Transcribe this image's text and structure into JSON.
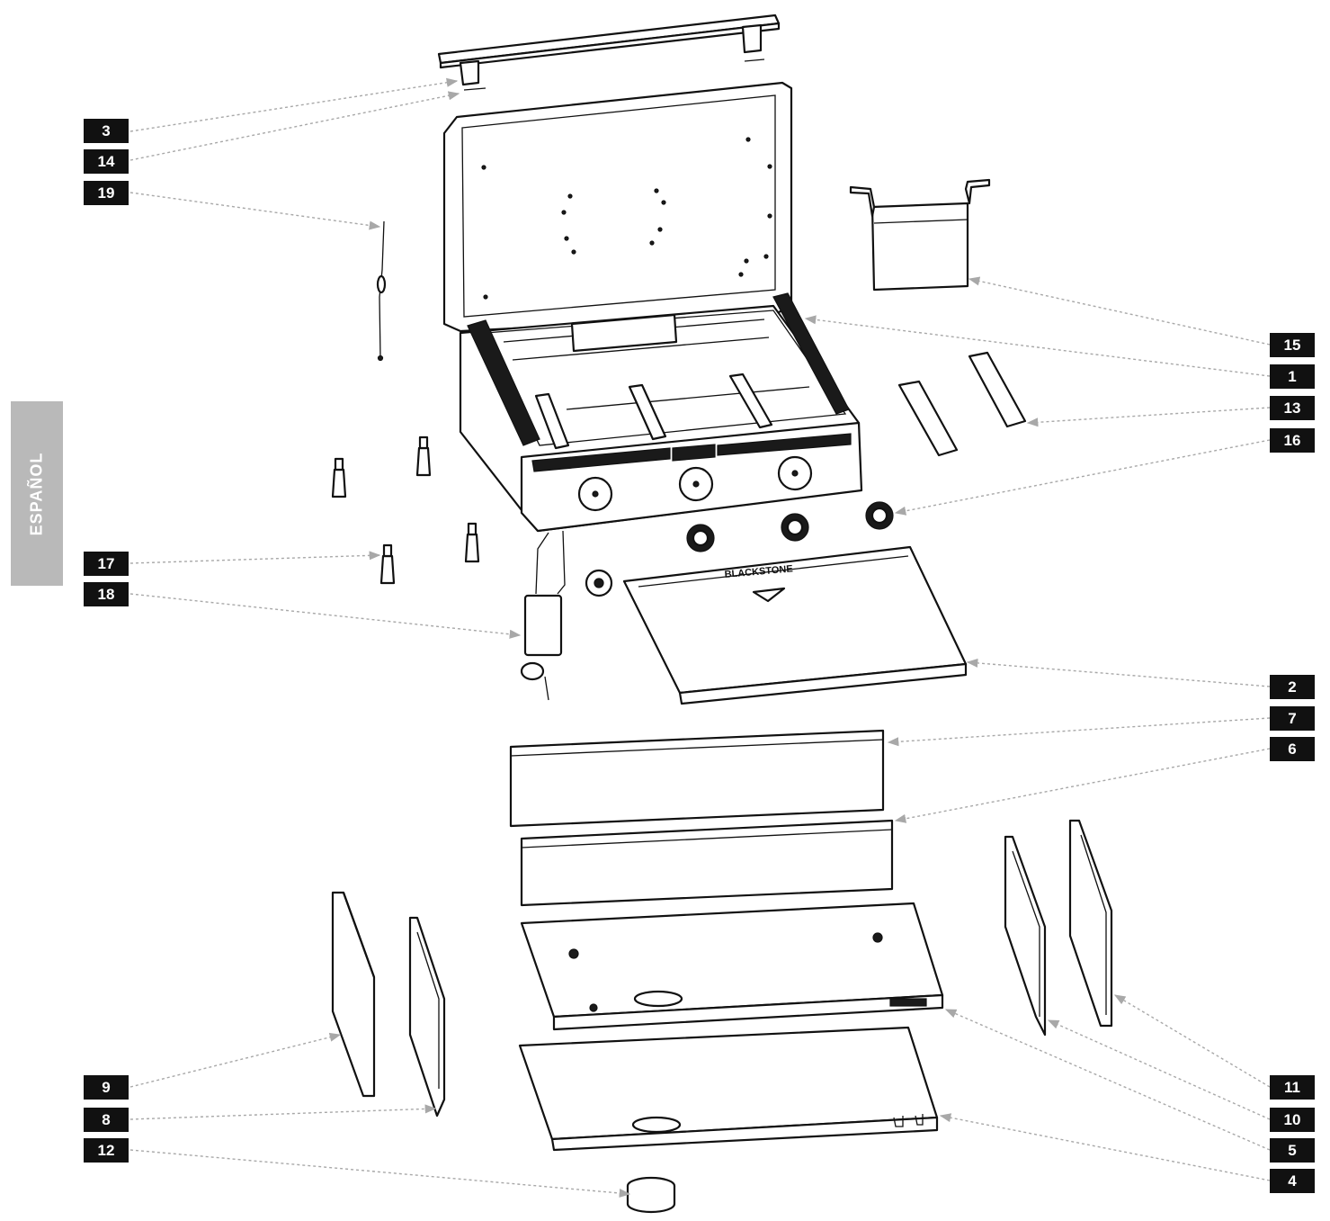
{
  "side_tab": {
    "text": "ESPAÑOL"
  },
  "brand_logo": {
    "text": "BLACKSTONE"
  },
  "callouts": {
    "left": [
      "3",
      "14",
      "19",
      "17",
      "18",
      "9",
      "8",
      "12"
    ],
    "right": [
      "15",
      "1",
      "13",
      "16",
      "2",
      "7",
      "6",
      "11",
      "10",
      "5",
      "4"
    ]
  },
  "colors": {
    "label_bg": "#111111",
    "label_text": "#ffffff",
    "tab_bg": "#b9b9b9",
    "leader": "#a8a8a8"
  }
}
